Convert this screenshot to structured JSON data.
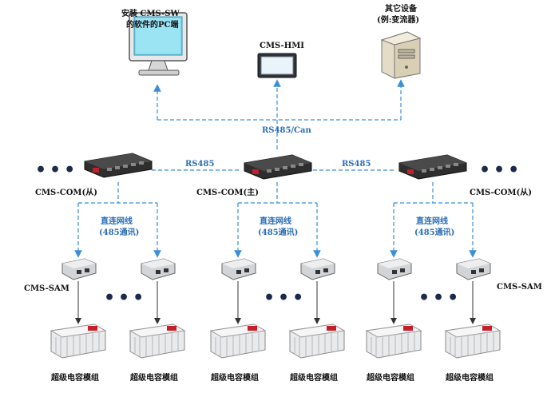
{
  "devices": {
    "pc_label_line1": "安装 CMS-SW",
    "pc_label_line2": "的软件的PC端",
    "hmi_label": "CMS-HMI",
    "other_label_line1": "其它设备",
    "other_label_line2": "(例:变流器)",
    "com_left_label": "CMS-COM(从)",
    "com_center_label": "CMS-COM(主)",
    "com_right_label": "CMS-COM(从)",
    "sam_left_label": "CMS-SAM",
    "sam_right_label": "CMS-SAM",
    "module_label": "超级电容模组"
  },
  "links": {
    "bus_top": "RS485/Can",
    "bus_left": "RS485",
    "bus_right": "RS485",
    "direct_line1": "直连网线",
    "direct_line2": "(485通讯)"
  },
  "colors": {
    "dashed_link": "#3a8fd6",
    "arrow": "#333333",
    "text_blue": "#2a6db5"
  }
}
